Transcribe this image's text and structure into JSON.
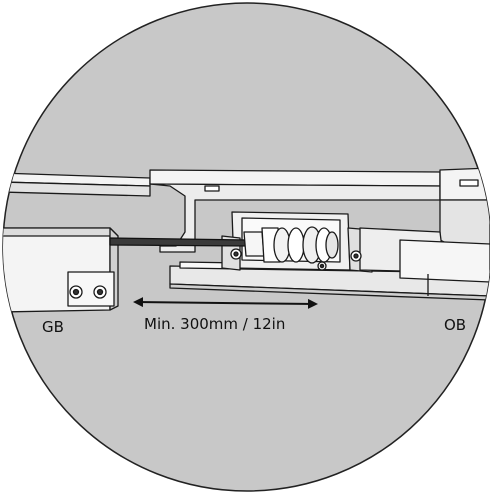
{
  "labels": {
    "gb": "GB",
    "ob": "OB",
    "dimension": "Min. 300mm / 12in"
  },
  "colors": {
    "background": "#ffffff",
    "circle_fill": "#c8c8c8",
    "line": "#1a1a1a",
    "part_fill": "#f4f4f4",
    "rod": "#3a3a3a"
  },
  "icons": {
    "dimension_arrow": "double-headed-arrow-icon",
    "bolt": "bolt-icon"
  }
}
